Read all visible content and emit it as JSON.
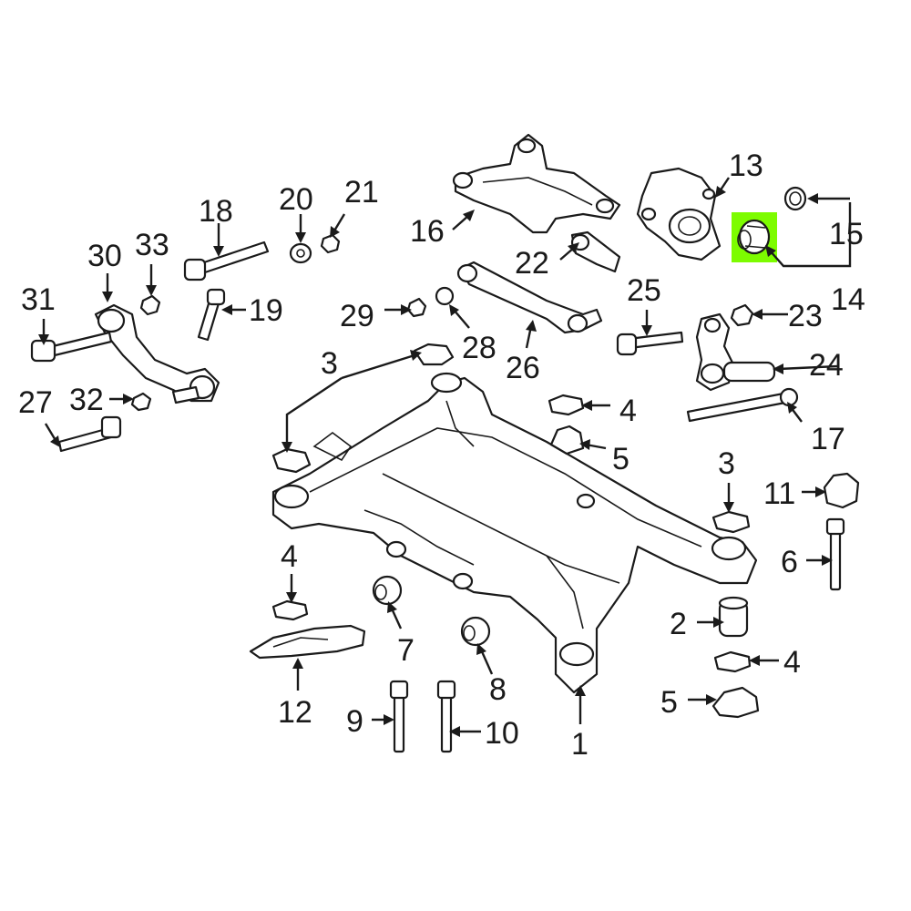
{
  "callouts": [
    {
      "id": "c1",
      "text": "1"
    },
    {
      "id": "c2",
      "text": "2"
    },
    {
      "id": "c3a",
      "text": "3"
    },
    {
      "id": "c3b",
      "text": "3"
    },
    {
      "id": "c4a",
      "text": "4"
    },
    {
      "id": "c4b",
      "text": "4"
    },
    {
      "id": "c4c",
      "text": "4"
    },
    {
      "id": "c5a",
      "text": "5"
    },
    {
      "id": "c5b",
      "text": "5"
    },
    {
      "id": "c6",
      "text": "6"
    },
    {
      "id": "c7",
      "text": "7"
    },
    {
      "id": "c8",
      "text": "8"
    },
    {
      "id": "c9",
      "text": "9"
    },
    {
      "id": "c10",
      "text": "10"
    },
    {
      "id": "c11",
      "text": "11"
    },
    {
      "id": "c12",
      "text": "12"
    },
    {
      "id": "c13",
      "text": "13"
    },
    {
      "id": "c14",
      "text": "14"
    },
    {
      "id": "c15",
      "text": "15"
    },
    {
      "id": "c16",
      "text": "16"
    },
    {
      "id": "c17",
      "text": "17"
    },
    {
      "id": "c18",
      "text": "18"
    },
    {
      "id": "c19",
      "text": "19"
    },
    {
      "id": "c20",
      "text": "20"
    },
    {
      "id": "c21",
      "text": "21"
    },
    {
      "id": "c22",
      "text": "22"
    },
    {
      "id": "c23",
      "text": "23"
    },
    {
      "id": "c24",
      "text": "24"
    },
    {
      "id": "c25",
      "text": "25"
    },
    {
      "id": "c26",
      "text": "26"
    },
    {
      "id": "c27",
      "text": "27"
    },
    {
      "id": "c28",
      "text": "28"
    },
    {
      "id": "c29",
      "text": "29"
    },
    {
      "id": "c30",
      "text": "30"
    },
    {
      "id": "c31",
      "text": "31"
    },
    {
      "id": "c32",
      "text": "32"
    },
    {
      "id": "c33",
      "text": "33"
    }
  ],
  "highlight": {
    "part": "14",
    "color": "#7dfc00"
  },
  "colors": {
    "line": "#1a1a1a",
    "background": "#ffffff"
  }
}
